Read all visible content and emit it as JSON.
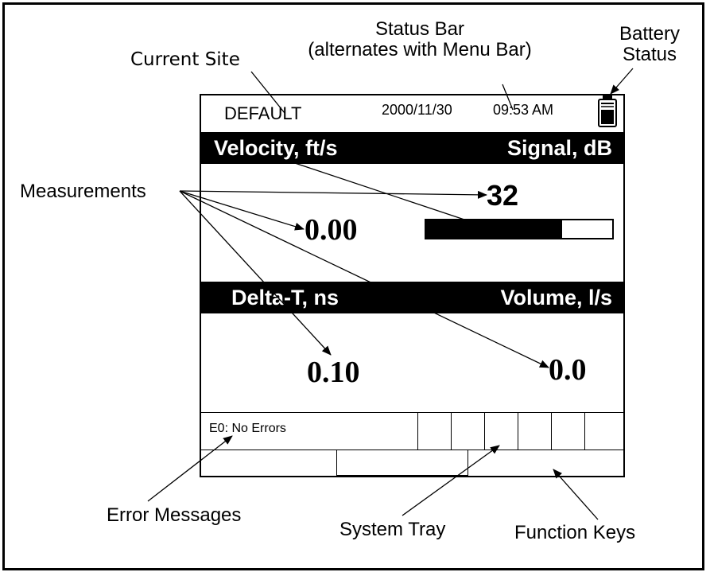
{
  "callouts": {
    "current_site": "Current Site",
    "status_bar_line1": "Status Bar",
    "status_bar_line2": "(alternates with Menu Bar)",
    "battery_line1": "Battery",
    "battery_line2": "Status",
    "measurements": "Measurements",
    "error_messages": "Error Messages",
    "system_tray": "System Tray",
    "function_keys": "Function Keys"
  },
  "status_bar": {
    "site": "DEFAULT",
    "date": "2000/11/30",
    "time": "09:53 AM"
  },
  "panels": {
    "top_left_label": "Velocity, ft/s",
    "top_right_label": "Signal, dB",
    "top_left_value": "0.00",
    "top_right_value": "32",
    "signal_level": 0.73,
    "bottom_left_label": "Delta-T, ns",
    "bottom_right_label": "Volume, l/s",
    "bottom_left_value": "0.10",
    "bottom_right_value": "0.0"
  },
  "system_tray": {
    "error_text": "E0: No Errors"
  },
  "icons": {
    "battery": "battery-icon"
  }
}
